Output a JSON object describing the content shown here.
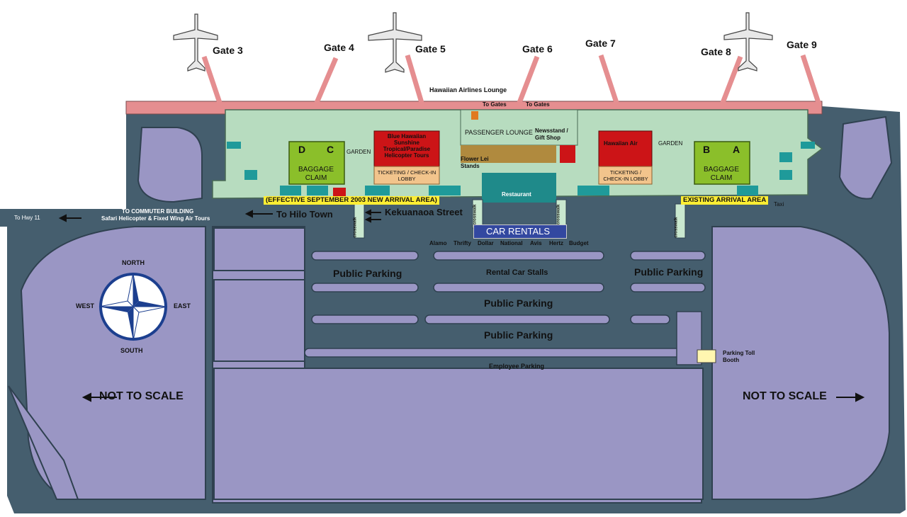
{
  "gates": [
    "Gate 3",
    "Gate 4",
    "Gate 5",
    "Gate 6",
    "Gate 7",
    "Gate 8",
    "Gate 9"
  ],
  "terminal": {
    "lounge": "Hawaiian Airlines Lounge",
    "to_gates": "To Gates",
    "passenger_lounge": "PASSENGER LOUNGE",
    "newsstand": "Newsstand / Gift Shop",
    "flower_lei": "Flower Lei Stands",
    "restaurant": "Restaurant",
    "garden": "GARDEN",
    "baggage_claim_left": {
      "letters": [
        "D",
        "C"
      ],
      "label": "BAGGAGE CLAIM"
    },
    "baggage_claim_right": {
      "letters": [
        "B",
        "A"
      ],
      "label": "BAGGAGE CLAIM"
    },
    "west_airlines": "Blue Hawaiian Sunshine Tropical/Paradise Helicopter Tours",
    "east_airlines": "Hawaiian Air",
    "ticketing": "TICKETING / CHECK-IN LOBBY",
    "new_arrival": "(EFFECTIVE SEPTEMBER 2003 NEW ARRIVAL AREA)",
    "existing_arrival": "EXISTING ARRIVAL AREA",
    "taxi": "Taxi"
  },
  "roads": {
    "to_hwy": "To Hwy 11",
    "commuter_1": "TO COMMUTER BUILDING",
    "commuter_2": "Safari Helicopter & Fixed Wing Air Tours",
    "to_hilo": "To Hilo Town",
    "street": "Kekuanaoa Street",
    "crosswalk": "crosswalk"
  },
  "rentals": {
    "title": "CAR RENTALS",
    "companies": [
      "Alamo",
      "Thrifty",
      "Dollar",
      "National",
      "Avis",
      "Hertz",
      "Budget"
    ],
    "stalls": "Rental Car Stalls"
  },
  "parking": {
    "public": "Public Parking",
    "employee": "Employee Parking",
    "toll_booth": "Parking Toll Booth"
  },
  "compass": {
    "north": "NORTH",
    "south": "SOUTH",
    "east": "EAST",
    "west": "WEST"
  },
  "scale_note": "NOT TO SCALE",
  "colors": {
    "road": "#455e6e",
    "grass": "#9a96c4",
    "terminal": "#b7dcbf",
    "gate_bar": "#e58e90",
    "baggage": "#8bbf2a",
    "airline": "#cc1417",
    "ticketing": "#f2c48c",
    "restaurant": "#1f8a8a",
    "shops": "#b08a3e"
  }
}
